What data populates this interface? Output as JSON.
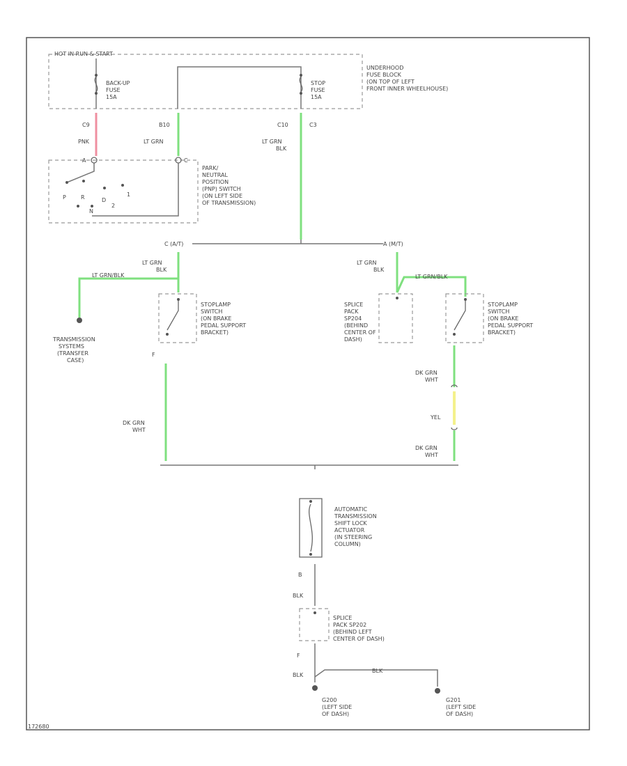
{
  "colors": {
    "lt_grn": "#7fe07f",
    "pnk": "#ef8fa0",
    "yel": "#f4f18c",
    "line": "#777777"
  },
  "labels": {
    "hot_run_start": "HOT IN RUN & START",
    "backup_fuse": [
      "BACK-UP",
      "FUSE",
      "15A"
    ],
    "stop_fuse": [
      "STOP",
      "FUSE",
      "15A"
    ],
    "underhood_block": [
      "UNDERHOOD",
      "FUSE BLOCK",
      "(ON TOP OF LEFT",
      "FRONT INNER WHEELHOUSE)"
    ],
    "c9": "C9",
    "b10": "B10",
    "c10": "C10",
    "c3": "C3",
    "pnk": "PNK",
    "lt_grn_1": "LT GRN",
    "lt_grn_blk_1": [
      "LT GRN",
      "BLK"
    ],
    "pnp_pin_a": "A",
    "pnp_pin_c": "C",
    "pnp_pos_p": "P",
    "pnp_pos_r": "R",
    "pnp_pos_d": "D",
    "pnp_pos_n": "N",
    "pnp_pos_2": "2",
    "pnp_pos_1": "1",
    "pnp_switch": [
      "PARK/",
      "NEUTRAL",
      "POSITION",
      "(PNP) SWITCH",
      "(ON LEFT SIDE",
      "OF TRANSMISSION)"
    ],
    "c_left": "C (A/T)",
    "c_right": "A (M/T)",
    "lt_grn_blk_2": [
      "LT GRN",
      "BLK"
    ],
    "lt_grn_blk_3": "LT GRN/BLK",
    "lt_grn_blk_4": [
      "LT GRN",
      "BLK"
    ],
    "lt_grn_blk_5": "LT GRN/BLK",
    "trans_system": [
      "TRANSMISSION",
      "SYSTEMS",
      "(TRANSFER",
      "CASE)"
    ],
    "stoplamp_1": [
      "STOPLAMP",
      "SWITCH",
      "(ON BRAKE",
      "PEDAL SUPPORT",
      "BRACKET)"
    ],
    "stoplamp_2": [
      "STOPLAMP",
      "SWITCH",
      "(ON BRAKE",
      "PEDAL SUPPORT",
      "BRACKET)"
    ],
    "splice_1": [
      "SPLICE",
      "PACK",
      "SP204",
      "(BEHIND",
      "CENTER OF",
      "DASH)"
    ],
    "pin_f_1": "F",
    "dk_grn_wht_1": [
      "DK GRN",
      "WHT"
    ],
    "dk_grn_wht_2": [
      "DK GRN",
      "WHT"
    ],
    "dk_grn_wht_3": [
      "DK GRN",
      "WHT"
    ],
    "yel": "YEL",
    "actuator": [
      "AUTOMATIC",
      "TRANSMISSION",
      "SHIFT LOCK",
      "ACTUATOR",
      "(IN STEERING",
      "COLUMN)"
    ],
    "pin_b": "B",
    "blk_1": "BLK",
    "splice_2": [
      "SPLICE",
      "PACK SP202",
      "(BEHIND LEFT",
      "CENTER OF DASH)"
    ],
    "pin_f_2": "F",
    "blk_2": "BLK",
    "blk_3": "BLK",
    "g200": [
      "G200",
      "(LEFT SIDE",
      "OF DASH)"
    ],
    "g201": [
      "G201",
      "(LEFT SIDE",
      "OF DASH)"
    ],
    "figure_id": "172680"
  }
}
